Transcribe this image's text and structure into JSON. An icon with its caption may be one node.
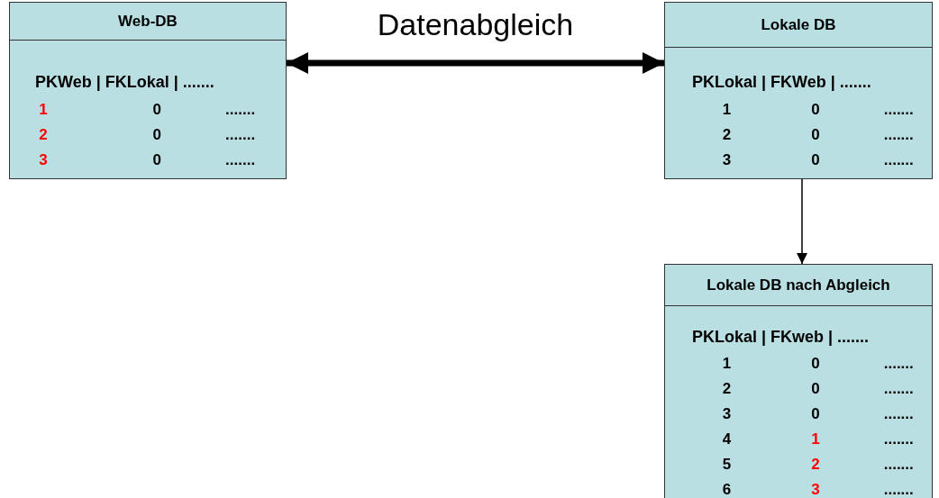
{
  "diagram": {
    "nodes": [
      {
        "text": [
          "Web-DB",
          "PKWeb | FKLokal | .......",
          "1 0 .......",
          "2 0 .......",
          "3 0 ......."
        ]
      },
      {
        "text": [
          "Lokale DB",
          "PKLokal | FKWeb | .......",
          "1 0 .......",
          "2 0 .......",
          "3 0 ......."
        ]
      },
      {
        "text": [
          "Lokale DB nach Abgleich",
          "PKLokal | FKweb | .......",
          "1 0 .......",
          "2 0 .......",
          "3 0 .......",
          "4 1 .......",
          "5 2 .......",
          "6 3 ......."
        ]
      }
    ],
    "edges": [
      {
        "from": 0,
        "to": 1,
        "arrow": "both",
        "label": "Datenabgleich",
        "style": "thick"
      },
      {
        "from": 1,
        "to": 2,
        "arrow": "to"
      }
    ]
  }
}
